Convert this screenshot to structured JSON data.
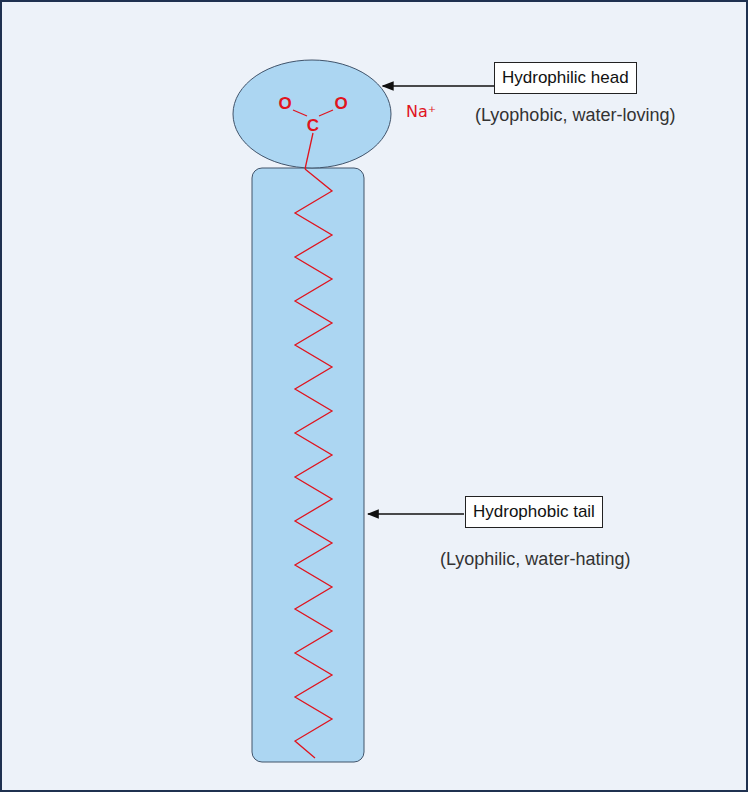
{
  "diagram": {
    "nodes": [
      {
        "text": [
          "O",
          "C",
          "O"
        ]
      },
      {
        "text": [
          "Hydrophilic head",
          "(Lyophobic, water-loving)"
        ]
      },
      {
        "text": [
          "Hydrophobic tail",
          "(Lyophilic, water-hating)"
        ]
      }
    ],
    "edges": [
      {
        "from": 1,
        "to": 0,
        "arrow": "to"
      }
    ],
    "labels": [
      "Na⁺"
    ]
  }
}
